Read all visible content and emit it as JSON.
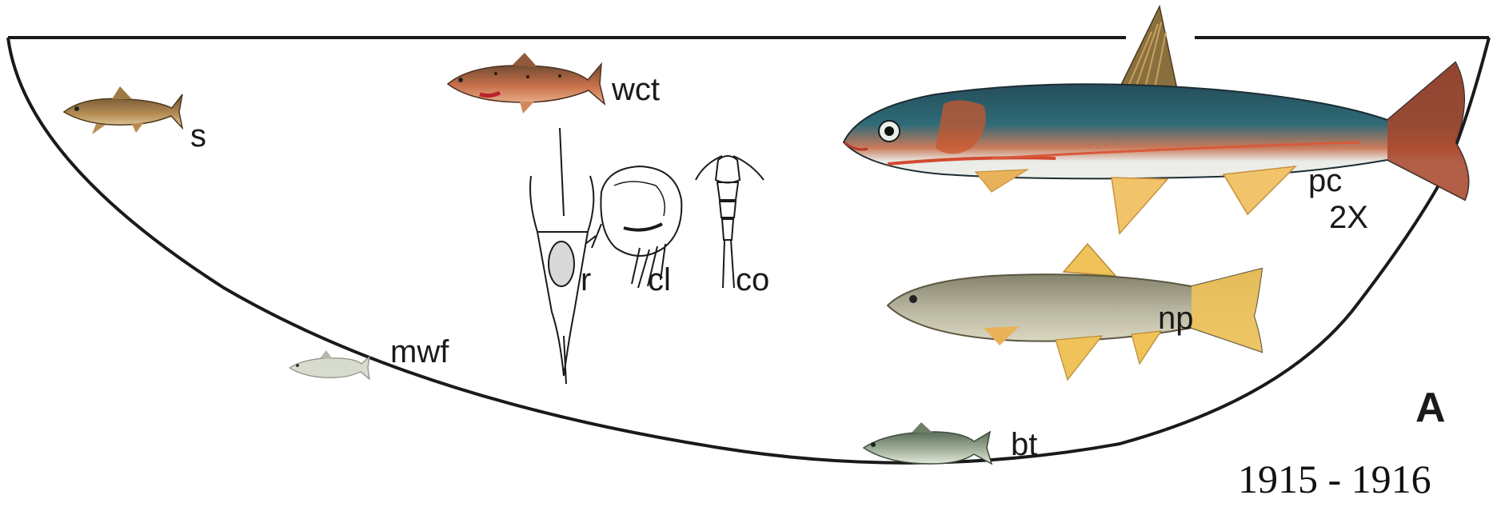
{
  "panel_label": "A",
  "years": "1915 - 1916",
  "species": [
    {
      "id": "s",
      "label": "s"
    },
    {
      "id": "wct",
      "label": "wct"
    },
    {
      "id": "mwf",
      "label": "mwf"
    },
    {
      "id": "pc",
      "label": "pc",
      "scale_note": "2X"
    },
    {
      "id": "np",
      "label": "np"
    },
    {
      "id": "bt",
      "label": "bt"
    }
  ],
  "zooplankton": [
    {
      "id": "r",
      "label": "r"
    },
    {
      "id": "cl",
      "label": "cl"
    },
    {
      "id": "co",
      "label": "co"
    }
  ]
}
